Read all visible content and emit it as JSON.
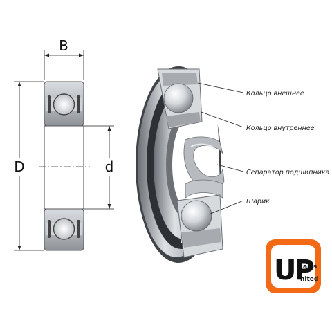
{
  "dimensions": {
    "width_label": "B",
    "outer_diameter_label": "D",
    "inner_diameter_label": "d"
  },
  "callouts": [
    {
      "label": "Кольцо внешнее"
    },
    {
      "label": "Кольцо внутреннее"
    },
    {
      "label": "Сепаратор подшипника"
    },
    {
      "label": "Шарик"
    }
  ],
  "logo": {
    "letters": "UP",
    "word_top": "arts",
    "word_bottom": "nited",
    "accent_color": "#f26a16"
  },
  "colors": {
    "ring_metal": "#c9cdd2",
    "ring_dark": "#55595e",
    "ball": "#e4e6e9",
    "line": "#222222"
  }
}
